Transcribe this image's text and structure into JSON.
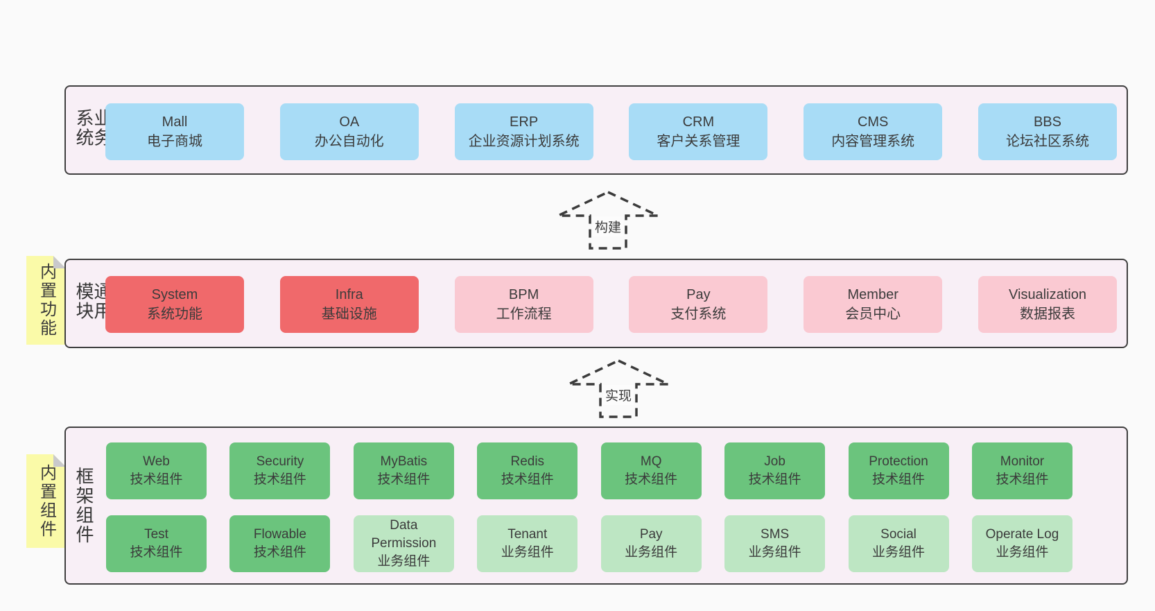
{
  "colors": {
    "page-bg": "#FAFAFA",
    "panel-bg": "#F8EFF6",
    "panel-border": "#3F3F3F",
    "box-blue": "#A8DCF6",
    "box-red": "#F0696B",
    "box-pink": "#FAC9D2",
    "box-green": "#6BC47D",
    "box-green-light": "#BDE6C3",
    "note-yellow": "#FAFAA8",
    "note-fold": "#C9C9CC",
    "text": "#3B3B3B",
    "arrow": "#3B3B3B"
  },
  "arrows": [
    {
      "label": "构建"
    },
    {
      "label": "实现"
    }
  ],
  "layers": [
    {
      "id": "business-systems",
      "side_label": "业务系统",
      "rows": [
        [
          {
            "title": "Mall",
            "subtitle": "电子商城",
            "variant": "blue"
          },
          {
            "title": "OA",
            "subtitle": "办公自动化",
            "variant": "blue"
          },
          {
            "title": "ERP",
            "subtitle": "企业资源计划系统",
            "variant": "blue"
          },
          {
            "title": "CRM",
            "subtitle": "客户关系管理",
            "variant": "blue"
          },
          {
            "title": "CMS",
            "subtitle": "内容管理系统",
            "variant": "blue"
          },
          {
            "title": "BBS",
            "subtitle": "论坛社区系统",
            "variant": "blue"
          }
        ]
      ]
    },
    {
      "id": "common-modules",
      "side_label": "通用模块",
      "note": "内置功能",
      "rows": [
        [
          {
            "title": "System",
            "subtitle": "系统功能",
            "variant": "red"
          },
          {
            "title": "Infra",
            "subtitle": "基础设施",
            "variant": "red"
          },
          {
            "title": "BPM",
            "subtitle": "工作流程",
            "variant": "pink"
          },
          {
            "title": "Pay",
            "subtitle": "支付系统",
            "variant": "pink"
          },
          {
            "title": "Member",
            "subtitle": "会员中心",
            "variant": "pink"
          },
          {
            "title": "Visualization",
            "subtitle": "数据报表",
            "variant": "pink"
          }
        ]
      ]
    },
    {
      "id": "framework-components",
      "side_label": "框架组件",
      "note": "内置组件",
      "rows": [
        [
          {
            "title": "Web",
            "subtitle": "技术组件",
            "variant": "green"
          },
          {
            "title": "Security",
            "subtitle": "技术组件",
            "variant": "green"
          },
          {
            "title": "MyBatis",
            "subtitle": "技术组件",
            "variant": "green"
          },
          {
            "title": "Redis",
            "subtitle": "技术组件",
            "variant": "green"
          },
          {
            "title": "MQ",
            "subtitle": "技术组件",
            "variant": "green"
          },
          {
            "title": "Job",
            "subtitle": "技术组件",
            "variant": "green"
          },
          {
            "title": "Protection",
            "subtitle": "技术组件",
            "variant": "green"
          },
          {
            "title": "Monitor",
            "subtitle": "技术组件",
            "variant": "green"
          }
        ],
        [
          {
            "title": "Test",
            "subtitle": "技术组件",
            "variant": "green"
          },
          {
            "title": "Flowable",
            "subtitle": "技术组件",
            "variant": "green"
          },
          {
            "title": "Data Permission",
            "subtitle": "业务组件",
            "variant": "green-light"
          },
          {
            "title": "Tenant",
            "subtitle": "业务组件",
            "variant": "green-light"
          },
          {
            "title": "Pay",
            "subtitle": "业务组件",
            "variant": "green-light"
          },
          {
            "title": "SMS",
            "subtitle": "业务组件",
            "variant": "green-light"
          },
          {
            "title": "Social",
            "subtitle": "业务组件",
            "variant": "green-light"
          },
          {
            "title": "Operate Log",
            "subtitle": "业务组件",
            "variant": "green-light"
          }
        ]
      ]
    }
  ]
}
